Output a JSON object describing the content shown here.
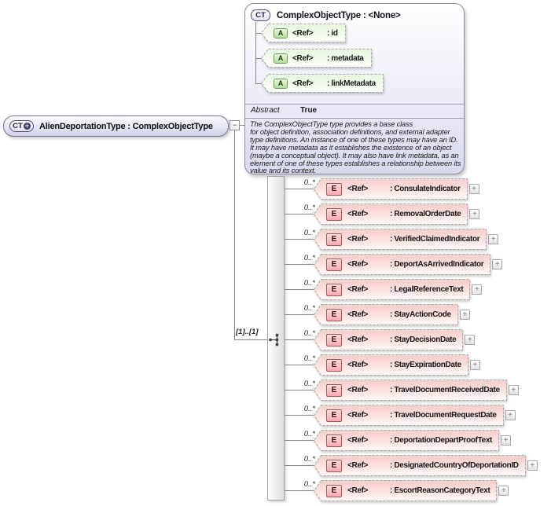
{
  "diagram": {
    "base_type": {
      "badge": "CT",
      "title": "ComplexObjectType : <None>",
      "attributes": [
        {
          "badge": "A",
          "ref": "<Ref>",
          "name": ": id"
        },
        {
          "badge": "A",
          "ref": "<Ref>",
          "name": ": metadata"
        },
        {
          "badge": "A",
          "ref": "<Ref>",
          "name": ": linkMetadata"
        }
      ],
      "abstract_label": "Abstract",
      "abstract_value": "True",
      "documentation": "The ComplexObjectType type provides a base class\nfor object definition, association definitions, and external adapter\ntype definitions. An instance of one of these types may have an ID.\nIt may have metadata as it establishes the existence of an object\n(maybe a conceptual object). It may also have link metadata, as an\nelement of one of these types establishes a relationship between its\nvalue and its context."
    },
    "main_type": {
      "badge": "CT",
      "badge_expand_glyph": "+",
      "title": "AlienDeportationType : ComplexObjectType",
      "collapse_glyph": "−",
      "cardinality": "[1]..[1]"
    },
    "elements": [
      {
        "badge": "E",
        "ref": "<Ref>",
        "multiplicity": "0..*",
        "name": ": ConsulateIndicator",
        "expand_glyph": "+"
      },
      {
        "badge": "E",
        "ref": "<Ref>",
        "multiplicity": "0..*",
        "name": ": RemovalOrderDate",
        "expand_glyph": "+"
      },
      {
        "badge": "E",
        "ref": "<Ref>",
        "multiplicity": "0..*",
        "name": ": VerifiedClaimedIndicator",
        "expand_glyph": "+"
      },
      {
        "badge": "E",
        "ref": "<Ref>",
        "multiplicity": "0..*",
        "name": ": DeportAsArrivedIndicator",
        "expand_glyph": "+"
      },
      {
        "badge": "E",
        "ref": "<Ref>",
        "multiplicity": "0..*",
        "name": ": LegalReferenceText",
        "expand_glyph": "+"
      },
      {
        "badge": "E",
        "ref": "<Ref>",
        "multiplicity": "0..*",
        "name": ": StayActionCode",
        "expand_glyph": "+"
      },
      {
        "badge": "E",
        "ref": "<Ref>",
        "multiplicity": "0..*",
        "name": ": StayDecisionDate",
        "expand_glyph": "+"
      },
      {
        "badge": "E",
        "ref": "<Ref>",
        "multiplicity": "0..*",
        "name": ": StayExpirationDate",
        "expand_glyph": "+"
      },
      {
        "badge": "E",
        "ref": "<Ref>",
        "multiplicity": "0..*",
        "name": ": TravelDocumentReceivedDate",
        "expand_glyph": "+"
      },
      {
        "badge": "E",
        "ref": "<Ref>",
        "multiplicity": "0..*",
        "name": ": TravelDocumentRequestDate",
        "expand_glyph": "+"
      },
      {
        "badge": "E",
        "ref": "<Ref>",
        "multiplicity": "0..*",
        "name": ": DeportationDepartProofText",
        "expand_glyph": "+"
      },
      {
        "badge": "E",
        "ref": "<Ref>",
        "multiplicity": "0..*",
        "name": ": DesignatedCountryOfDeportationID",
        "expand_glyph": "+"
      },
      {
        "badge": "E",
        "ref": "<Ref>",
        "multiplicity": "0..*",
        "name": ": EscortReasonCategoryText",
        "expand_glyph": "+"
      }
    ]
  }
}
